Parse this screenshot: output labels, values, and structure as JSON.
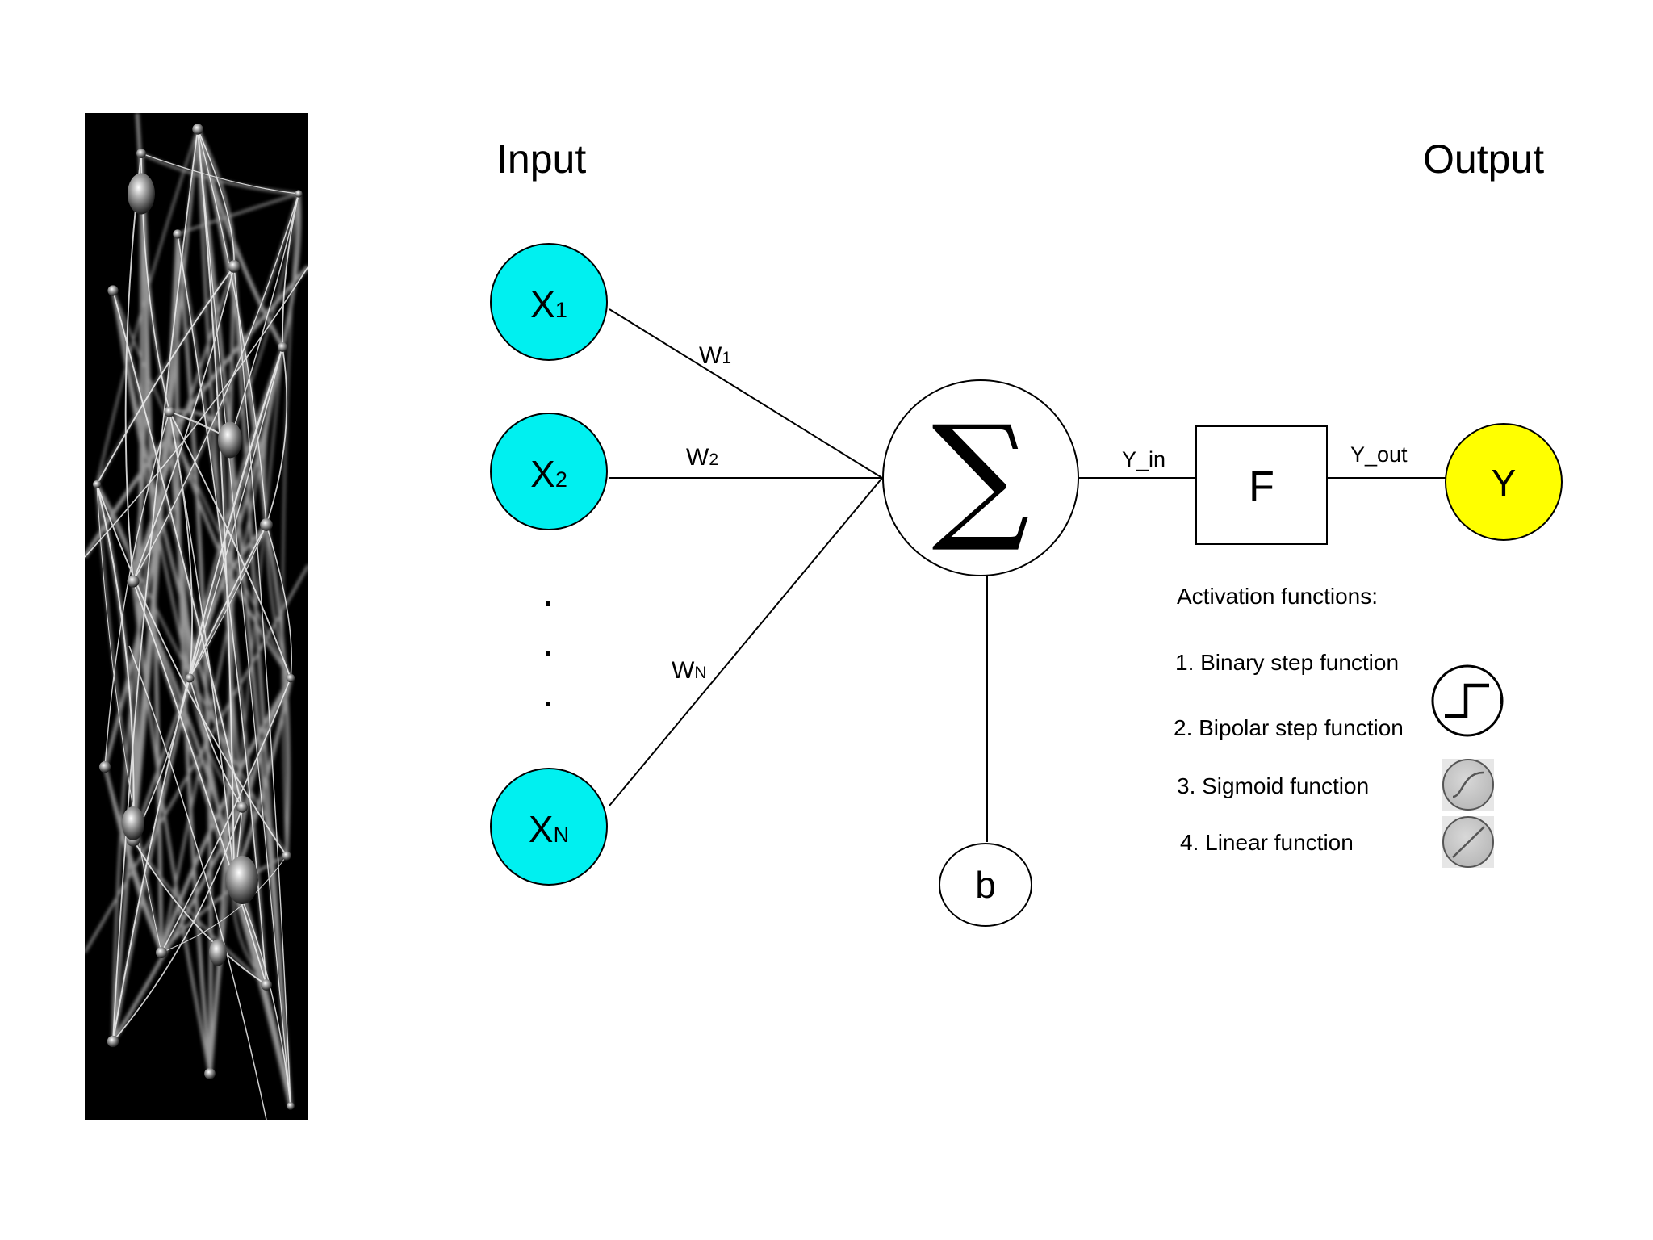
{
  "header": {
    "input_label": "Input",
    "output_label": "Output"
  },
  "inputs": [
    {
      "main": "X",
      "sub": "1"
    },
    {
      "main": "X",
      "sub": "2"
    },
    {
      "main": "X",
      "sub": "N"
    }
  ],
  "weights": [
    {
      "main": "W",
      "sub": "1"
    },
    {
      "main": "W",
      "sub": "2"
    },
    {
      "main": "W",
      "sub": "N"
    }
  ],
  "summation": {
    "symbol": "∑"
  },
  "bias": {
    "label": "b"
  },
  "signals": {
    "y_in": "Y_in",
    "y_out": "Y_out"
  },
  "activation_box": {
    "label": "F"
  },
  "output": {
    "label": "Y"
  },
  "activation_list": {
    "title": "Activation functions:",
    "items": [
      "1. Binary step function",
      "2. Bipolar step function",
      "3. Sigmoid function",
      "4. Linear function"
    ]
  },
  "icons": {
    "left_panel": "neural-network-image",
    "item_icons": [
      "step-function-icon",
      "sigmoid-curve-icon",
      "linear-function-icon"
    ]
  },
  "colors": {
    "input_node": "#00f0f0",
    "output_node": "#ffff00",
    "panel_background": "#000000",
    "icon_gray": "#c8c8c8"
  }
}
